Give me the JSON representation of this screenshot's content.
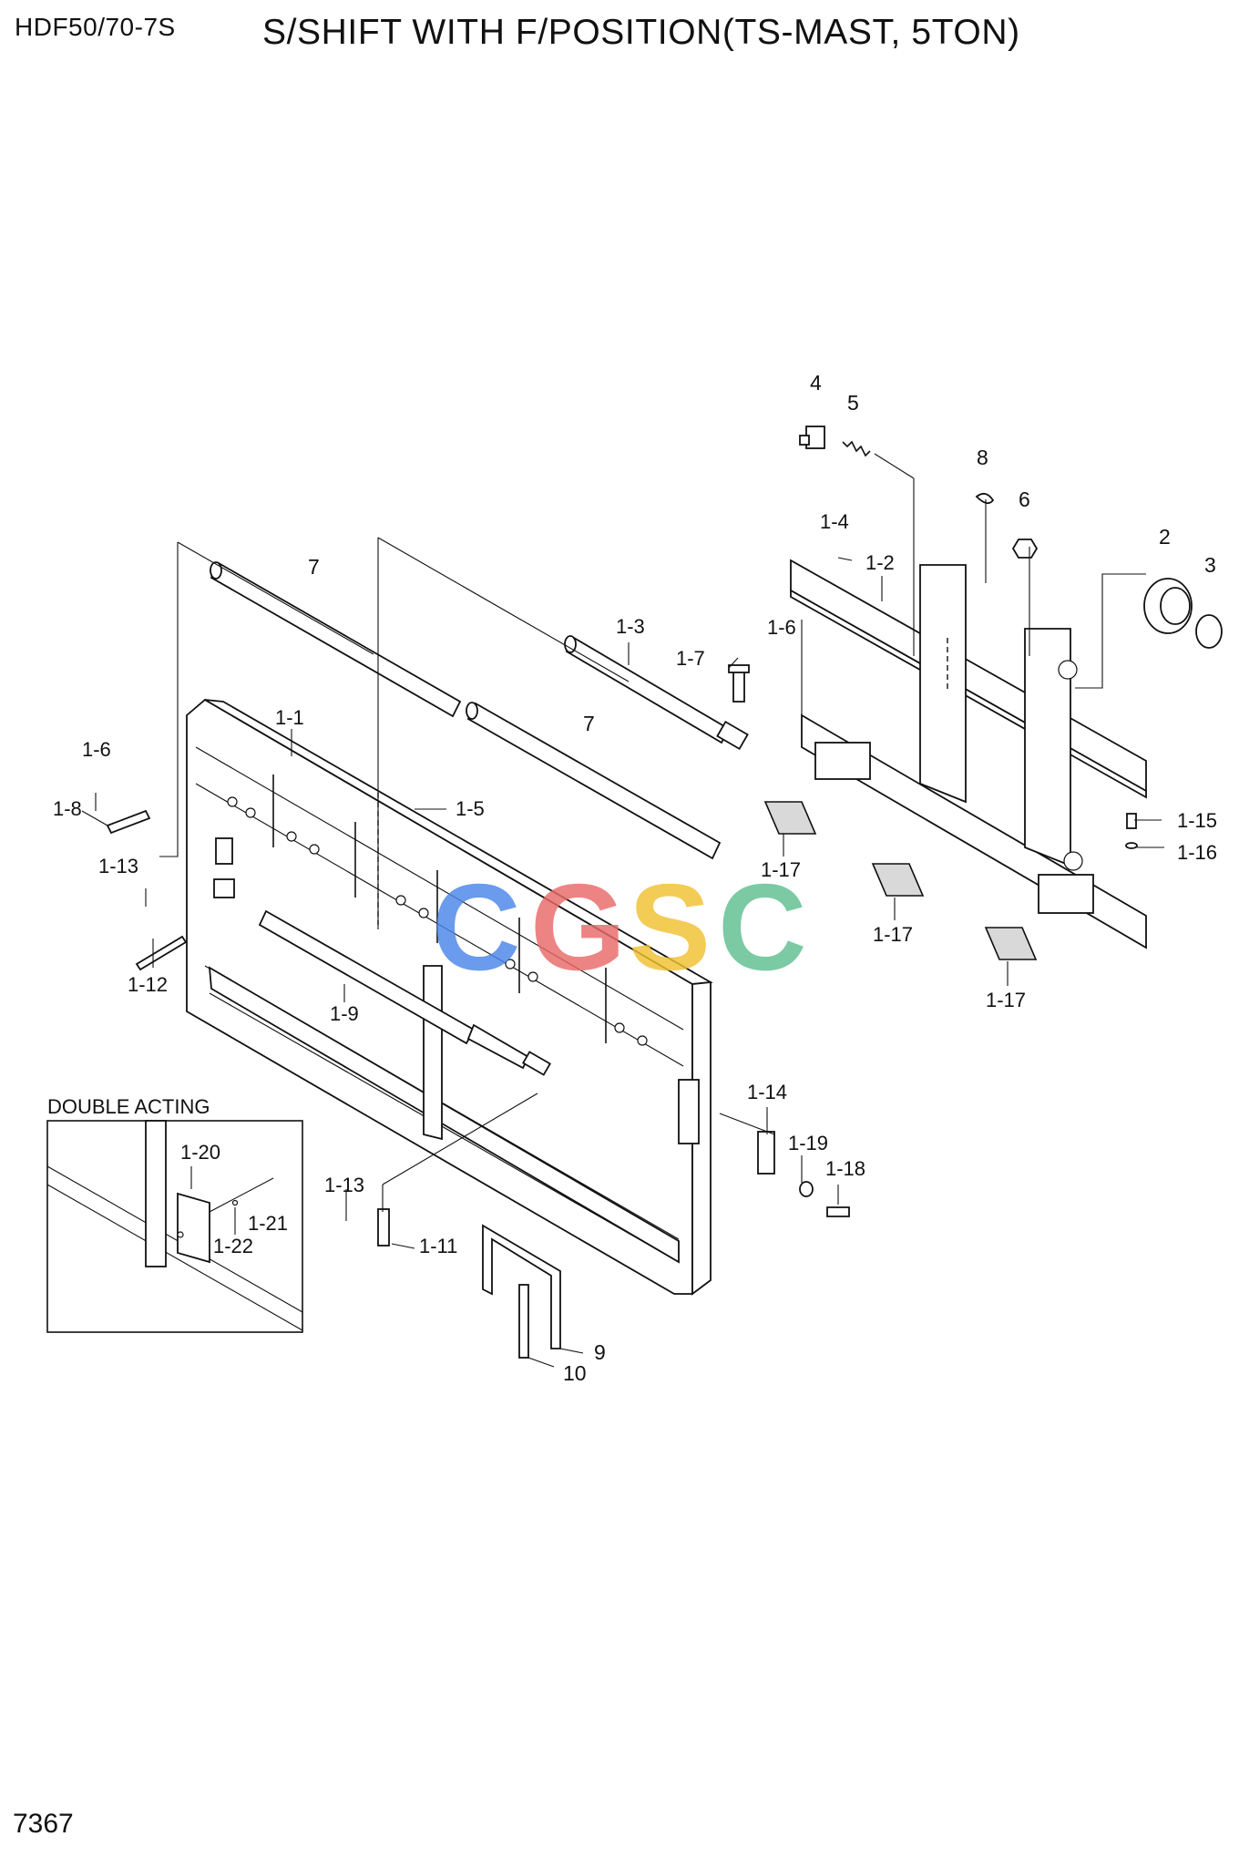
{
  "header": {
    "model": "HDF50/70-7S",
    "title": "S/SHIFT WITH F/POSITION(TS-MAST, 5TON)"
  },
  "footer": {
    "page_number": "7367"
  },
  "watermark": {
    "text": "CGSC",
    "colors": [
      "#4a86e8",
      "#ea6a6a",
      "#f1c232",
      "#5fbf8f"
    ]
  },
  "inset": {
    "title": "DOUBLE ACTING"
  },
  "callouts": {
    "c4": "4",
    "c5": "5",
    "c8": "8",
    "c6": "6",
    "c2": "2",
    "c3": "3",
    "c1_4": "1-4",
    "c1_2": "1-2",
    "c7a": "7",
    "c7b": "7",
    "c1_3": "1-3",
    "c1_7": "1-7",
    "c1_6a": "1-6",
    "c1_6b": "1-6",
    "c1_1": "1-1",
    "c1_8": "1-8",
    "c1_5": "1-5",
    "c1_13a": "1-13",
    "c1_12": "1-12",
    "c1_9": "1-9",
    "c1_17a": "1-17",
    "c1_17b": "1-17",
    "c1_17c": "1-17",
    "c1_15": "1-15",
    "c1_16": "1-16",
    "c1_14": "1-14",
    "c1_19": "1-19",
    "c1_18": "1-18",
    "c1_20": "1-20",
    "c1_21": "1-21",
    "c1_22": "1-22",
    "c1_13b": "1-13",
    "c1_11": "1-11",
    "c9": "9",
    "c10": "10"
  }
}
